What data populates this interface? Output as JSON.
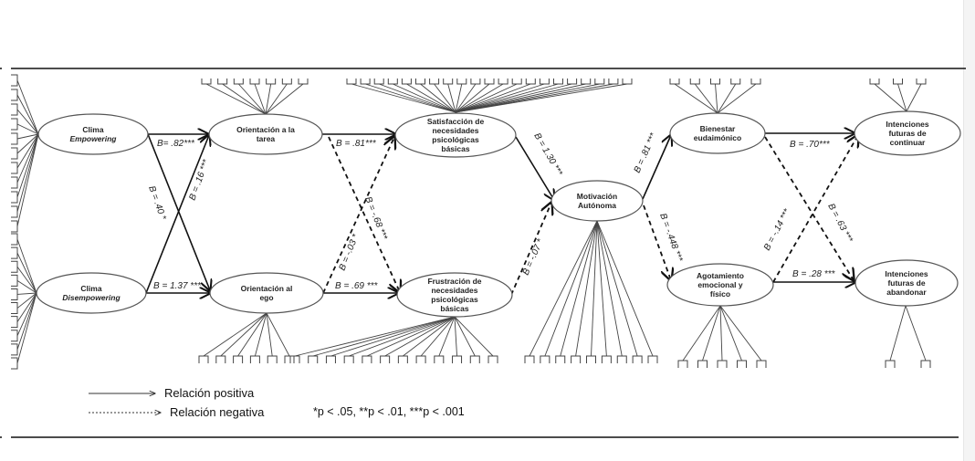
{
  "diagram": {
    "nodes": [
      {
        "id": "clima_emp",
        "lines": [
          {
            "t": "Clima",
            "it": false
          },
          {
            "t": "Empowering",
            "it": true
          }
        ],
        "indicators": 11
      },
      {
        "id": "clima_dis",
        "lines": [
          {
            "t": "Clima",
            "it": false
          },
          {
            "t": "Disempowering",
            "it": true
          }
        ],
        "indicators": 10
      },
      {
        "id": "orient_tarea",
        "lines": [
          {
            "t": "Orientación a la",
            "it": false
          },
          {
            "t": "tarea",
            "it": false
          }
        ],
        "indicators": 7
      },
      {
        "id": "orient_ego",
        "lines": [
          {
            "t": "Orientación al",
            "it": false
          },
          {
            "t": "ego",
            "it": false
          }
        ],
        "indicators": 6
      },
      {
        "id": "satisf",
        "lines": [
          {
            "t": "Satisfacción de",
            "it": false
          },
          {
            "t": "necesidades",
            "it": false
          },
          {
            "t": "psicológicas",
            "it": false
          },
          {
            "t": "básicas",
            "it": false
          }
        ],
        "indicators": 21
      },
      {
        "id": "frustr",
        "lines": [
          {
            "t": "Frustración de",
            "it": false
          },
          {
            "t": "necesidades",
            "it": false
          },
          {
            "t": "psicológicas",
            "it": false
          },
          {
            "t": "básicas",
            "it": false
          }
        ],
        "indicators": 12
      },
      {
        "id": "motiv",
        "lines": [
          {
            "t": "Motivación",
            "it": false
          },
          {
            "t": "Autónoma",
            "it": false
          }
        ],
        "indicators": 9
      },
      {
        "id": "bienestar",
        "lines": [
          {
            "t": "Bienestar",
            "it": false
          },
          {
            "t": "eudaimónico",
            "it": false
          }
        ],
        "indicators": 5
      },
      {
        "id": "agotamiento",
        "lines": [
          {
            "t": "Agotamiento",
            "it": false
          },
          {
            "t": "emocional y",
            "it": false
          },
          {
            "t": "físico",
            "it": false
          }
        ],
        "indicators": 5
      },
      {
        "id": "int_continuar",
        "lines": [
          {
            "t": "Intenciones",
            "it": false
          },
          {
            "t": "futuras de",
            "it": false
          },
          {
            "t": "continuar",
            "it": false
          }
        ],
        "indicators": 3
      },
      {
        "id": "int_abandonar",
        "lines": [
          {
            "t": "Intenciones",
            "it": false
          },
          {
            "t": "futuras de",
            "it": false
          },
          {
            "t": "abandonar",
            "it": false
          }
        ],
        "indicators": 2
      }
    ],
    "paths": [
      {
        "from": "clima_emp",
        "to": "orient_tarea",
        "label": "B= .82***",
        "sign": "positive"
      },
      {
        "from": "clima_emp",
        "to": "orient_ego",
        "label": "B = .40 *",
        "sign": "positive"
      },
      {
        "from": "clima_dis",
        "to": "orient_tarea",
        "label": "B = .16 ***",
        "sign": "positive"
      },
      {
        "from": "clima_dis",
        "to": "orient_ego",
        "label": "B = 1.37 ***",
        "sign": "positive"
      },
      {
        "from": "orient_tarea",
        "to": "satisf",
        "label": "B = .81***",
        "sign": "positive"
      },
      {
        "from": "orient_tarea",
        "to": "frustr",
        "label": "B = -.68 ***",
        "sign": "negative"
      },
      {
        "from": "orient_ego",
        "to": "satisf",
        "label": "B = -.03 *",
        "sign": "negative"
      },
      {
        "from": "orient_ego",
        "to": "frustr",
        "label": "B = .69 ***",
        "sign": "positive"
      },
      {
        "from": "satisf",
        "to": "motiv",
        "label": "B = 1.30 ***",
        "sign": "positive"
      },
      {
        "from": "frustr",
        "to": "motiv",
        "label": "B = -.07 *",
        "sign": "negative"
      },
      {
        "from": "motiv",
        "to": "bienestar",
        "label": "B = .81 ***",
        "sign": "positive"
      },
      {
        "from": "motiv",
        "to": "agotamiento",
        "label": "B = -.448 ***",
        "sign": "negative"
      },
      {
        "from": "bienestar",
        "to": "int_continuar",
        "label": "B  = .70***",
        "sign": "positive"
      },
      {
        "from": "bienestar",
        "to": "int_abandonar",
        "label": "B = .63 ***",
        "sign": "negative"
      },
      {
        "from": "agotamiento",
        "to": "int_continuar",
        "label": "B = -.14 ***",
        "sign": "negative"
      },
      {
        "from": "agotamiento",
        "to": "int_abandonar",
        "label": "B  =  .28 ***",
        "sign": "positive"
      }
    ]
  },
  "legend": {
    "positive": "Relación positiva",
    "negative": "Relación negativa",
    "significance": "*p < .05, **p < .01, ***p < .001"
  }
}
